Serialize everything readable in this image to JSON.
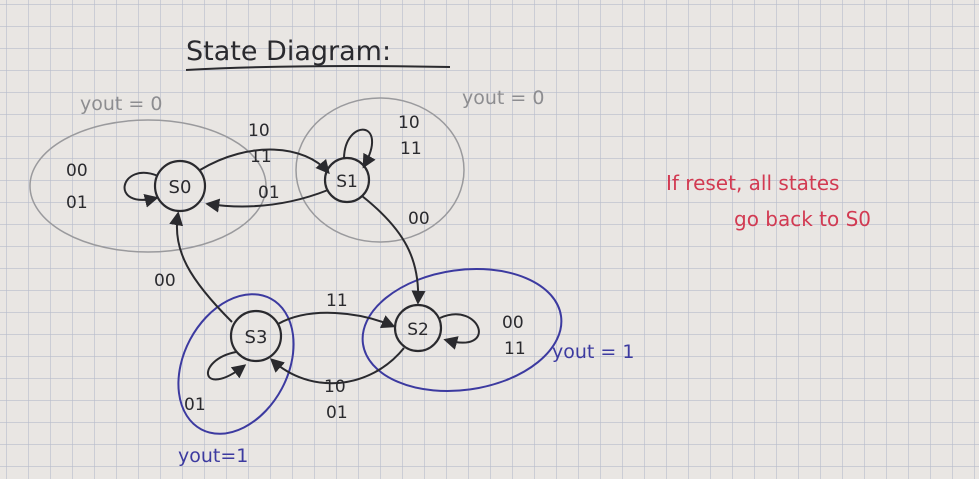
{
  "title": "State Diagram:",
  "states": [
    {
      "id": "s0",
      "label": "S0"
    },
    {
      "id": "s1",
      "label": "S1"
    },
    {
      "id": "s2",
      "label": "S2"
    },
    {
      "id": "s3",
      "label": "S3"
    }
  ],
  "groups": {
    "g1": "yout = 0",
    "g2": "yout = 0",
    "g3": "yout = 1",
    "g4": "yout=1"
  },
  "transitions": {
    "s0_self": [
      "00",
      "01"
    ],
    "s0_s1": [
      "10",
      "11"
    ],
    "s1_s0": [
      "01"
    ],
    "s1_self": [
      "10",
      "11"
    ],
    "s1_s2": [
      "00"
    ],
    "s2_self": [
      "00",
      "11"
    ],
    "s3_s0": [
      "00"
    ],
    "s3_s2": [
      "11"
    ],
    "s2_s3": [
      "10",
      "01"
    ],
    "s3_self": [
      "01"
    ]
  },
  "note": {
    "line1": "If reset, all states",
    "line2": "go back to S0"
  },
  "colors": {
    "paper": "#e9e6e3",
    "grid": "#b7bccb",
    "ink": "#2a2a2e",
    "pencil": "#8d8d90",
    "blue": "#3c3aa0",
    "red": "#d23a52"
  }
}
